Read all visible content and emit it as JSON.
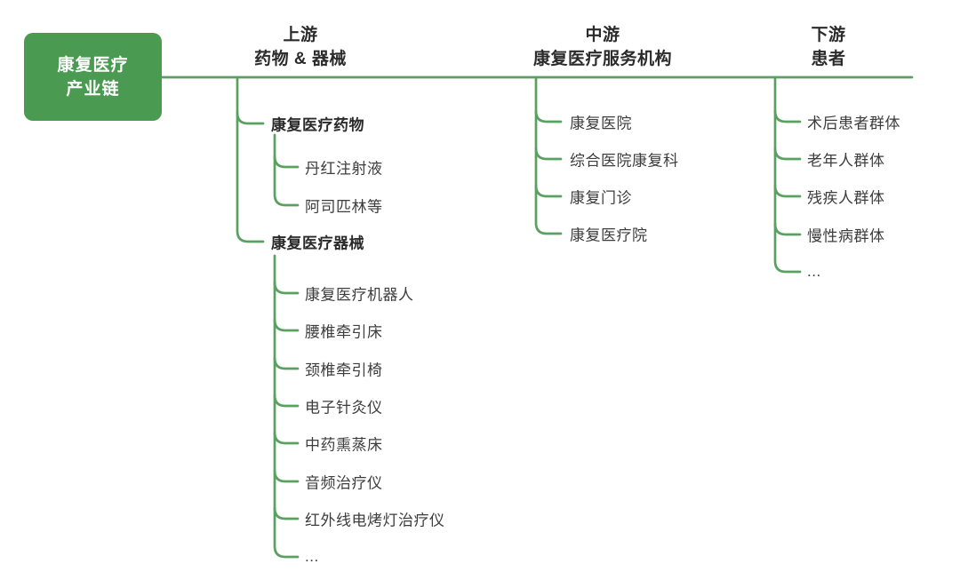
{
  "diagram_title": "康复医疗产业链",
  "colors": {
    "node_green": "#4a9a52",
    "line_green": "#5aa161",
    "text_dark": "#2b2b2b",
    "text_regular": "#3d3d3d"
  },
  "root": {
    "line1": "康复医疗",
    "line2": "产业链"
  },
  "branches": [
    {
      "id": "upstream",
      "header": {
        "line1": "上游",
        "line2": "药物 & 器械"
      },
      "groups": [
        {
          "label": "康复医疗药物",
          "children": [
            "丹红注射液",
            "阿司匹林等"
          ]
        },
        {
          "label": "康复医疗器械",
          "children": [
            "康复医疗机器人",
            "腰椎牵引床",
            "颈椎牵引椅",
            "电子针灸仪",
            "中药熏蒸床",
            "音频治疗仪",
            "红外线电烤灯治疗仪",
            "..."
          ]
        }
      ]
    },
    {
      "id": "midstream",
      "header": {
        "line1": "中游",
        "line2": "康复医疗服务机构"
      },
      "items": [
        "康复医院",
        "综合医院康复科",
        "康复门诊",
        "康复医疗院"
      ]
    },
    {
      "id": "downstream",
      "header": {
        "line1": "下游",
        "line2": "患者"
      },
      "items": [
        "术后患者群体",
        "老年人群体",
        "残疾人群体",
        "慢性病群体",
        "..."
      ]
    }
  ]
}
